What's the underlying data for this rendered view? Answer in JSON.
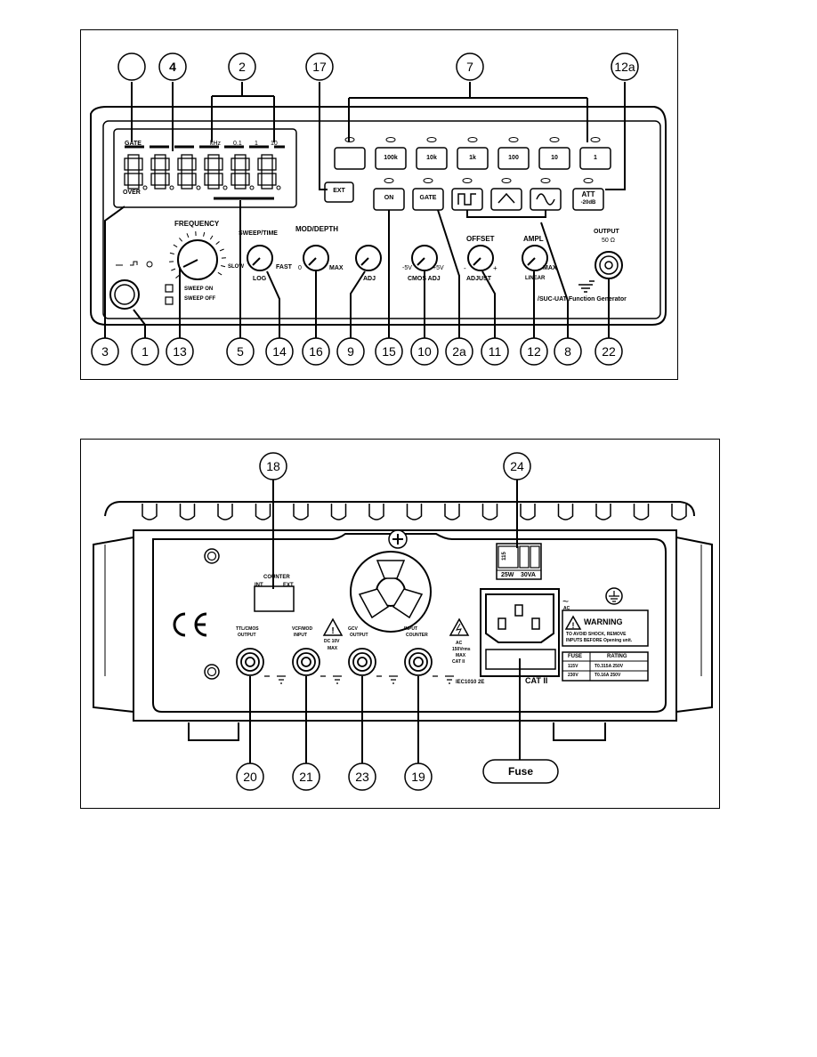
{
  "front": {
    "callouts_top": [
      "",
      "4",
      "2",
      "17",
      "7",
      "12a"
    ],
    "callouts_bottom": [
      "3",
      "1",
      "13",
      "5",
      "14",
      "16",
      "9",
      "15",
      "10",
      "2a",
      "11",
      "12",
      "8",
      "22"
    ],
    "gate_label": "GATE",
    "over_label": "OVER",
    "range_indicator_labels": [
      "kHz",
      "0.1",
      "1",
      "10"
    ],
    "range_buttons": [
      "",
      "100k",
      "10k",
      "1k",
      "100",
      "10",
      "1"
    ],
    "button_labels": {
      "ext": "EXT",
      "on": "ON",
      "gate": "GATE",
      "att": "ATT",
      "att_sub": "-20dB"
    },
    "knob_titles": {
      "frequency": "FREQUENCY",
      "sweep_time": "SWEEP/TIME",
      "mod_depth": "MOD/DEPTH",
      "offset": "OFFSET",
      "ampl": "AMPL"
    },
    "knob_labels": {
      "sweep_on": "SWEEP ON",
      "sweep_off": "SWEEP OFF",
      "slow": "SLOW",
      "fast": "FAST",
      "log": "LOG",
      "mod_min": "0",
      "mod_max": "MAX",
      "adj": "ADJ",
      "minus5v": "-5V",
      "plus5v": "+5V",
      "cmos_adj": "CMOS ADJ",
      "minus": "-",
      "plus": "+",
      "adjust": "ADJUST",
      "ampl_min": "",
      "ampl_max": "MAX",
      "ampl_sub": "LINEAR"
    },
    "output_label": "OUTPUT",
    "output_imp": "50 Ω",
    "model_label": "/SUC-UAT Function Generator"
  },
  "rear": {
    "callouts_top": [
      "18",
      "24"
    ],
    "callouts_bottom": [
      "20",
      "21",
      "23",
      "19"
    ],
    "fuse_callout": "Fuse",
    "counter_label": "COUNTER",
    "counter_int": "INT",
    "counter_ext": "EXT",
    "voltage_selector": "115",
    "power_rating": [
      "25W",
      "30VA"
    ],
    "ac_symbol": "AC",
    "warning_title": "WARNING",
    "warning_text": [
      "TO AVOID SHOCK, REMOVE",
      "INPUTS BEFORE Opening unit."
    ],
    "fuse_table": {
      "headers": [
        "FUSE",
        "RATING"
      ],
      "rows": [
        [
          "115V",
          "T0.315A 250V"
        ],
        [
          "230V",
          "T0.16A 250V"
        ]
      ]
    },
    "bnc_labels": [
      {
        "line1": "TTL/CMOS",
        "line2": "OUTPUT",
        "line3": ""
      },
      {
        "line1": "VCF/MOD",
        "line2": "INPUT",
        "line3": "DC 10V MAX"
      },
      {
        "line1": "GCV",
        "line2": "OUTPUT",
        "line3": ""
      },
      {
        "line1": "INPUT",
        "line2": "COUNTER",
        "line3": "AC 150Vrms MAX CAT II"
      }
    ],
    "standard_label": "IEC1010  2E",
    "cat_label": "CAT II",
    "ce_mark": "CE"
  }
}
